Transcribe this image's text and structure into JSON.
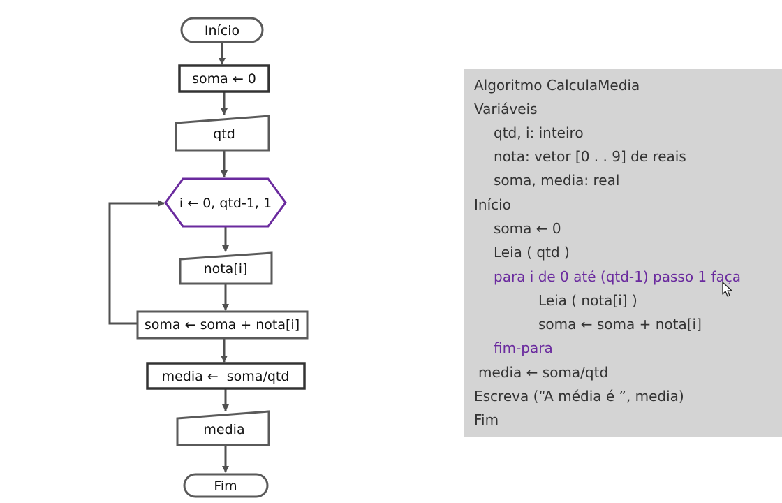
{
  "flowchart": {
    "start": "Início",
    "init_soma": "soma ← 0",
    "read_qtd": "qtd",
    "loop": "i ← 0, qtd-1, 1",
    "read_nota": "nota[i]",
    "accumulate": "soma ← soma + nota[i]",
    "compute_media": "media ←  soma/qtd",
    "output_media": "media",
    "end": "Fim"
  },
  "pseudocode": {
    "lines": [
      "Algoritmo CalculaMedia",
      "Variáveis",
      "qtd, i: inteiro",
      "nota: vetor [0 . . 9] de reais",
      "soma, media: real",
      "Início",
      "soma ← 0",
      "Leia ( qtd )",
      "para i de 0 até (qtd-1) passo 1 faça",
      "Leia ( nota[i] )",
      "soma ← soma + nota[i]",
      "fim-para",
      "media ← soma/qtd",
      "Escreva (“A média é ”, media)",
      "Fim"
    ]
  },
  "colors": {
    "loop_border": "#6a2a9e",
    "keyword_text": "#6a2a9e",
    "code_text": "#333333",
    "code_background": "#d4d4d4",
    "shape_border": "#505050"
  },
  "icons": {
    "cursor": "mouse-pointer-icon"
  }
}
